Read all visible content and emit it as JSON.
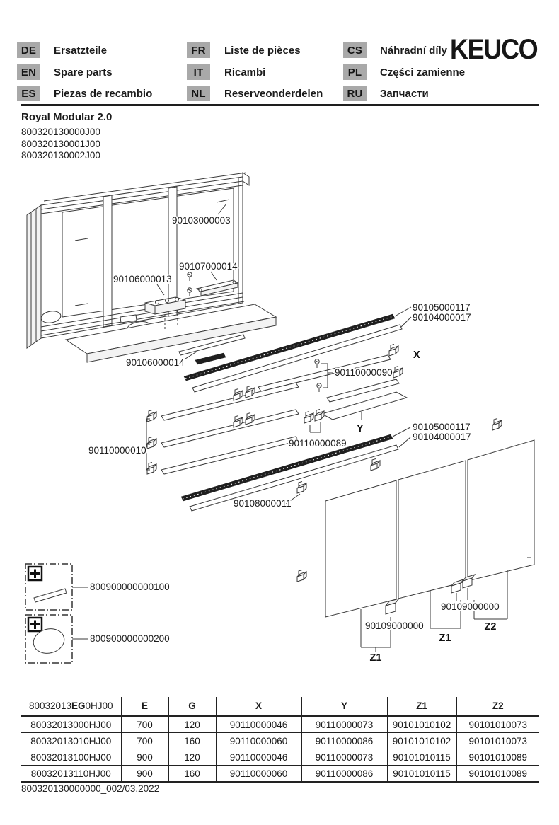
{
  "header": {
    "brand": "KEUCO",
    "languages": [
      {
        "code": "DE",
        "label": "Ersatzteile"
      },
      {
        "code": "EN",
        "label": "Spare parts"
      },
      {
        "code": "ES",
        "label": "Piezas de recambio"
      },
      {
        "code": "FR",
        "label": "Liste de pièces"
      },
      {
        "code": "IT",
        "label": "Ricambi"
      },
      {
        "code": "NL",
        "label": "Reserveonderdelen"
      },
      {
        "code": "CS",
        "label": "Náhradní díly"
      },
      {
        "code": "PL",
        "label": "Części zamienne"
      },
      {
        "code": "RU",
        "label": "Запчасти"
      }
    ]
  },
  "product": {
    "title": "Royal Modular 2.0",
    "codes": [
      "800320130000J00",
      "800320130001J00",
      "800320130002J00"
    ]
  },
  "diagram": {
    "labels": {
      "backwall_clip": "90103000003",
      "drawer_unit": "90106000013",
      "led_driver": "90107000014",
      "bottom_profile": "90106000014",
      "led_strip_top": "90105000117",
      "alu_profile_top": "90104000017",
      "shelf_x_letter": "X",
      "shelf_clip_set": "90110000090",
      "shelf_y_letter": "Y",
      "led_strip_bottom": "90105000117",
      "alu_profile_bottom": "90104000017",
      "shelf_clips_small": "90110000089",
      "shelf_set_left": "90110000010",
      "bottom_rail_clip": "90108000011",
      "door_damper_left": "90109000000",
      "door_damper_right": "90109000000",
      "z1_left": "Z1",
      "z1_mid": "Z1",
      "z2": "Z2",
      "accessory_strip": "800900000000100",
      "accessory_mirror": "800900000000200"
    }
  },
  "table": {
    "header": {
      "model_prefix": "80032013",
      "model_bold": "EG",
      "model_suffix": "0HJ00",
      "columns": [
        "E",
        "G",
        "X",
        "Y",
        "Z1",
        "Z2"
      ]
    },
    "rows": [
      [
        "80032013000HJ00",
        "700",
        "120",
        "90110000046",
        "90110000073",
        "90101010102",
        "90101010073"
      ],
      [
        "80032013010HJ00",
        "700",
        "160",
        "90110000060",
        "90110000086",
        "90101010102",
        "90101010073"
      ],
      [
        "80032013100HJ00",
        "900",
        "120",
        "90110000046",
        "90110000073",
        "90101010115",
        "90101010089"
      ],
      [
        "80032013110HJ00",
        "900",
        "160",
        "90110000060",
        "90110000086",
        "90101010115",
        "90101010089"
      ]
    ]
  },
  "footer": {
    "doc_ref": "800320130000000_002/03.2022"
  }
}
